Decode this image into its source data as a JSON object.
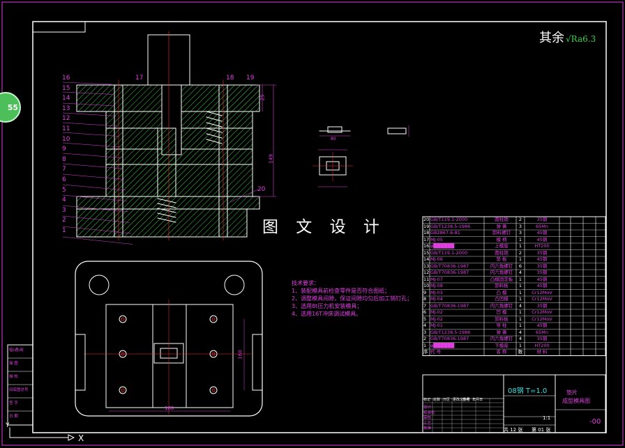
{
  "drawing": {
    "stamp_text": "图 文 设 计",
    "roughness_prefix": "其余",
    "roughness_value": "Ra6.3",
    "page_badge": "55",
    "bottom_axis_x": "X",
    "bottom_axis_y": "Y"
  },
  "part_numbers_left": [
    "16",
    "15",
    "14",
    "13",
    "12",
    "11",
    "10",
    "9",
    "8",
    "7",
    "6",
    "5",
    "4",
    "3",
    "2",
    "1"
  ],
  "part_numbers_top": [
    "17",
    "18",
    "19"
  ],
  "part_number_right": "20",
  "dims": {
    "height_total": "149",
    "top_plate": "25",
    "plan_width": "180",
    "plan_height": "160",
    "part_width": "80"
  },
  "notes": {
    "title": "技术要求：",
    "items": [
      "1、装配模具前检查零件是否符合图纸；",
      "2、调整模具间隙，保证间隙均匀后加工销钉孔；",
      "3、选用8t压力机安装模具；",
      "4、选用16T冲床调试模具。"
    ]
  },
  "bom": {
    "rows": [
      {
        "no": "20",
        "code": "GB/T119.1-2000",
        "name": "圆柱销",
        "qty": "2",
        "mat": "35钢"
      },
      {
        "no": "19",
        "code": "GB/T1238.5-1986",
        "name": "弹 簧",
        "qty": "3",
        "mat": "65Mn"
      },
      {
        "no": "18",
        "code": "GB2867.6-81",
        "name": "卸料螺钉",
        "qty": "3",
        "mat": "45钢"
      },
      {
        "no": "17",
        "code": "MJ-05",
        "name": "模 柄",
        "qty": "1",
        "mat": "45钢"
      },
      {
        "no": "16",
        "code": "φ██████",
        "name": "上模座",
        "qty": "1",
        "mat": "HT200"
      },
      {
        "no": "15",
        "code": "GB/T119.1-2000",
        "name": "圆柱销",
        "qty": "2",
        "mat": "35钢"
      },
      {
        "no": "14",
        "code": "MJ-06",
        "name": "垫 板",
        "qty": "1",
        "mat": "45钢"
      },
      {
        "no": "13",
        "code": "GB/T70836-1987",
        "name": "内六角螺钉",
        "qty": "6",
        "mat": "35钢"
      },
      {
        "no": "12",
        "code": "GB/T70836-1987",
        "name": "内六角螺钉",
        "qty": "4",
        "mat": "35钢"
      },
      {
        "no": "11",
        "code": "MJ-07",
        "name": "凸模固定板",
        "qty": "1",
        "mat": "45钢"
      },
      {
        "no": "10",
        "code": "MJ-08",
        "name": "卸料板",
        "qty": "1",
        "mat": "45钢"
      },
      {
        "no": "9",
        "code": "MJ-03",
        "name": "凸 模",
        "qty": "1",
        "mat": "Cr12MoV"
      },
      {
        "no": "8",
        "code": "MJ-04",
        "name": "凸凹模",
        "qty": "1",
        "mat": "Cr12MoV"
      },
      {
        "no": "7",
        "code": "GB/T70836-1987",
        "name": "内六角螺钉",
        "qty": "4",
        "mat": "35钢"
      },
      {
        "no": "6",
        "code": "MJ-02",
        "name": "凹 模",
        "qty": "1",
        "mat": "Cr12MoV"
      },
      {
        "no": "5",
        "code": "MJ-02",
        "name": "卸料板",
        "qty": "1",
        "mat": "Cr12MoV"
      },
      {
        "no": "4",
        "code": "MJ-01",
        "name": "导 柱",
        "qty": "1",
        "mat": "45钢"
      },
      {
        "no": "3",
        "code": "GB/T1238.5-1986",
        "name": "弹 簧",
        "qty": "4",
        "mat": "65Mn"
      },
      {
        "no": "2",
        "code": "GB/T70836-1987",
        "name": "内六角螺钉",
        "qty": "4",
        "mat": "35钢"
      },
      {
        "no": "1",
        "code": "φ██████",
        "name": "下模座",
        "qty": "1",
        "mat": "HT200"
      }
    ],
    "header": {
      "no": "序",
      "code": "代 号",
      "name": "名 称",
      "qty": "数",
      "mat": "材 料"
    }
  },
  "title_block": {
    "material": "08钢  T=1.0",
    "part_name": "垫片",
    "drawing_name": "成型模具图",
    "drawing_no": "-00",
    "scale": "1:1",
    "sheet_total": "共 12 张",
    "sheet_no": "第 01 张",
    "revision_headers": [
      "标记",
      "处数",
      "分区",
      "更改文件号",
      "签名",
      "年月日"
    ],
    "sign_labels": [
      "设计",
      "标准化",
      "审核",
      "工艺",
      "批准"
    ],
    "left_side_labels": [
      "借(通)用",
      "描 图",
      "描 校",
      "旧底图总号",
      "签 字",
      "日 期"
    ]
  },
  "colors": {
    "outline": "#ffffff",
    "magenta": "#e040e0",
    "green": "#3fd34a",
    "red": "#ff3030",
    "hatch": "#3fd34a",
    "yellow": "#ffd400",
    "cyan": "#40e0e0"
  }
}
